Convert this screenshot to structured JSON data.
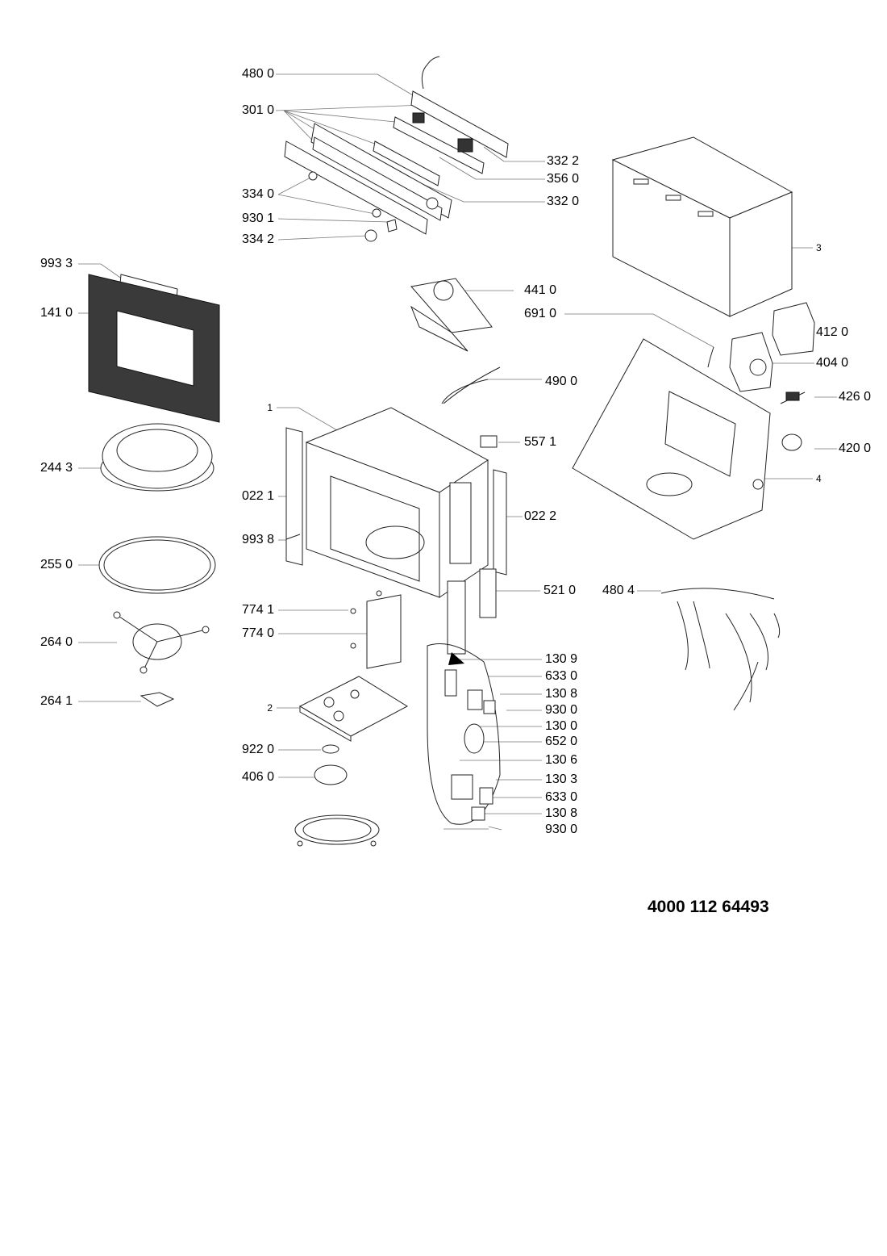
{
  "labels": [
    {
      "id": "480-0-top",
      "text": "480 0"
    },
    {
      "id": "301-0",
      "text": "301 0"
    },
    {
      "id": "332-2",
      "text": "332 2"
    },
    {
      "id": "356-0",
      "text": "356 0"
    },
    {
      "id": "334-0",
      "text": "334 0"
    },
    {
      "id": "332-0",
      "text": "332 0"
    },
    {
      "id": "930-1",
      "text": "930 1"
    },
    {
      "id": "334-2",
      "text": "334 2"
    },
    {
      "id": "3",
      "text": "3"
    },
    {
      "id": "993-3",
      "text": "993 3"
    },
    {
      "id": "441-0",
      "text": "441 0"
    },
    {
      "id": "141-0",
      "text": "141 0"
    },
    {
      "id": "691-0",
      "text": "691 0"
    },
    {
      "id": "412-0",
      "text": "412 0"
    },
    {
      "id": "404-0",
      "text": "404 0"
    },
    {
      "id": "490-0",
      "text": "490 0"
    },
    {
      "id": "426-0",
      "text": "426 0"
    },
    {
      "id": "1",
      "text": "1"
    },
    {
      "id": "557-1",
      "text": "557 1"
    },
    {
      "id": "420-0",
      "text": "420 0"
    },
    {
      "id": "244-3",
      "text": "244 3"
    },
    {
      "id": "4",
      "text": "4"
    },
    {
      "id": "022-1",
      "text": "022 1"
    },
    {
      "id": "022-2",
      "text": "022 2"
    },
    {
      "id": "993-8",
      "text": "993 8"
    },
    {
      "id": "255-0",
      "text": "255 0"
    },
    {
      "id": "521-0",
      "text": "521 0"
    },
    {
      "id": "480-4",
      "text": "480 4"
    },
    {
      "id": "774-1",
      "text": "774 1"
    },
    {
      "id": "774-0",
      "text": "774 0"
    },
    {
      "id": "264-0",
      "text": "264 0"
    },
    {
      "id": "130-9",
      "text": "130 9"
    },
    {
      "id": "633-0-a",
      "text": "633 0"
    },
    {
      "id": "130-8-a",
      "text": "130 8"
    },
    {
      "id": "264-1",
      "text": "264 1"
    },
    {
      "id": "2",
      "text": "2"
    },
    {
      "id": "930-0-a",
      "text": "930 0"
    },
    {
      "id": "130-0",
      "text": "130 0"
    },
    {
      "id": "652-0",
      "text": "652 0"
    },
    {
      "id": "922-0",
      "text": "922 0"
    },
    {
      "id": "130-6",
      "text": "130 6"
    },
    {
      "id": "406-0",
      "text": "406 0"
    },
    {
      "id": "130-3",
      "text": "130 3"
    },
    {
      "id": "633-0-b",
      "text": "633 0"
    },
    {
      "id": "130-8-b",
      "text": "130 8"
    },
    {
      "id": "930-0-b",
      "text": "930 0"
    }
  ],
  "document_number": "4000 112 64493"
}
